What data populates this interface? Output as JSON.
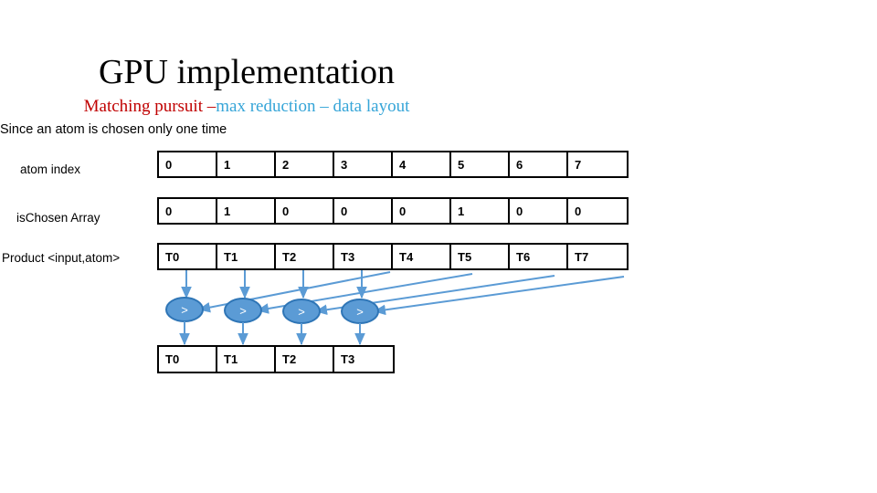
{
  "slide": {
    "title": "GPU implementation",
    "subtitle_part1": "Matching pursuit –",
    "subtitle_part2": "max reduction – data layout",
    "lead_text": "Since an atom is chosen only one time"
  },
  "colors": {
    "subtitle_red": "#C00000",
    "subtitle_blue": "#36A5D8",
    "arrow_blue": "#5B9BD5",
    "ellipse_fill": "#5B9BD5",
    "ellipse_stroke": "#2E75B6",
    "table_border": "#000000"
  },
  "rows": [
    {
      "name": "atom-index",
      "label": "atom index",
      "cells": [
        "0",
        "1",
        "2",
        "3",
        "4",
        "5",
        "6",
        "7"
      ]
    },
    {
      "name": "ischosen-array",
      "label": "isChosen Array",
      "cells": [
        "0",
        "1",
        "0",
        "0",
        "0",
        "1",
        "0",
        "0"
      ]
    },
    {
      "name": "product-input-atom",
      "label": "Product <input,atom>",
      "cells": [
        "T0",
        "T1",
        "T2",
        "T3",
        "T4",
        "T5",
        "T6",
        "T7"
      ]
    }
  ],
  "result_row": {
    "name": "reduction-result",
    "cells": [
      "T0",
      "T1",
      "T2",
      "T3"
    ]
  },
  "comparators": {
    "symbol": ">",
    "count": 4,
    "labels": [
      "comparator-0",
      "comparator-1",
      "comparator-2",
      "comparator-3"
    ]
  }
}
